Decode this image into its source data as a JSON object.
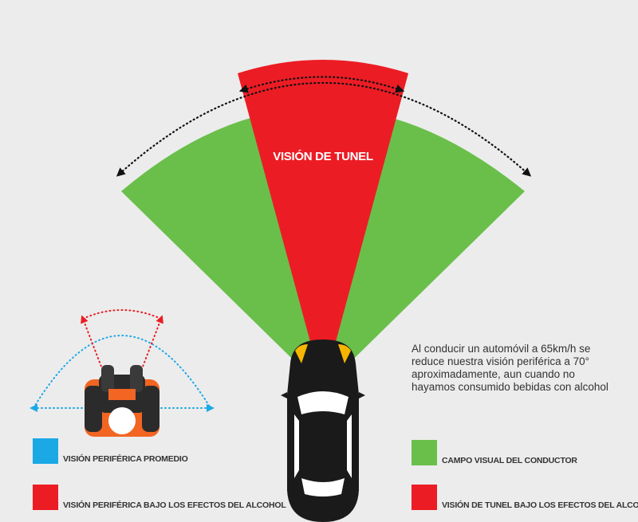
{
  "diagram": {
    "tunnel_label": "VISIÓN DE TUNEL",
    "description": "Al conducir un automóvil a 65km/h se reduce nuestra visión periférica a 70° aproximadamente, aun cuando no hayamos consumido bebidas con alcohol"
  },
  "legend": {
    "average_peripheral": {
      "label": "VISIÓN PERIFÉRICA PROMEDIO",
      "color": "#1ba9e6"
    },
    "alcohol_peripheral": {
      "label": "VISIÓN PERIFÉRICA BAJO LOS EFECTOS DEL ALCOHOL",
      "color": "#ec1c24"
    },
    "driver_field": {
      "label": "CAMPO VISUAL DEL CONDUCTOR",
      "color": "#6abf4b"
    },
    "tunnel_alcohol": {
      "label": "VISIÓN DE TUNEL BAJO LOS EFECTOS DEL ALCOHOL",
      "color": "#ec1c24"
    }
  },
  "colors": {
    "green": "#6abf4b",
    "red": "#ec1c24",
    "blue": "#1ba9e6",
    "car_body": "#1a1a1a",
    "headlight": "#f7b500",
    "seat_orange": "#f26522"
  }
}
